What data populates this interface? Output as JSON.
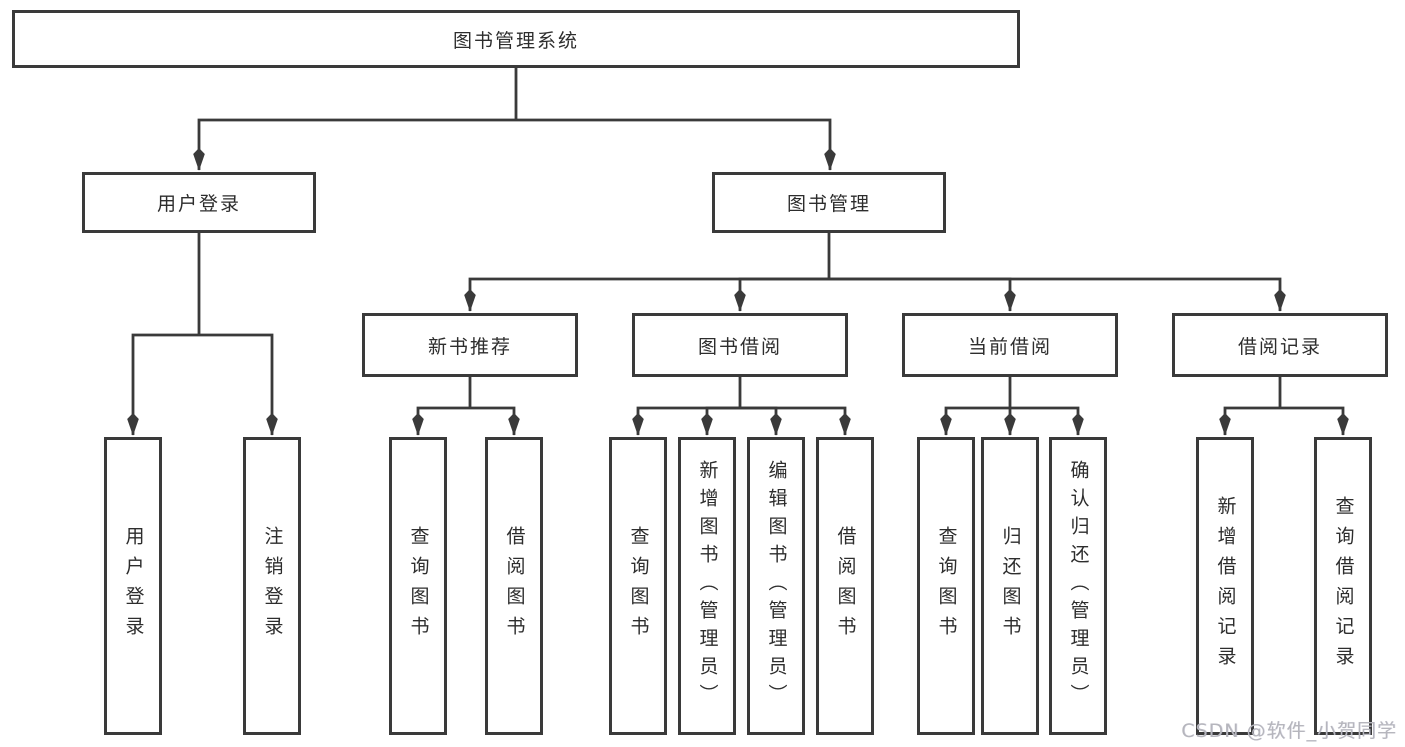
{
  "diagram": {
    "root": {
      "label": "图书管理系统"
    },
    "level2": [
      {
        "label": "用户登录"
      },
      {
        "label": "图书管理"
      }
    ],
    "modules": [
      {
        "label": "新书推荐"
      },
      {
        "label": "图书借阅"
      },
      {
        "label": "当前借阅"
      },
      {
        "label": "借阅记录"
      }
    ],
    "leaves": {
      "user_login": [
        "用户登录",
        "注销登录"
      ],
      "new_books": [
        "查询图书",
        "借阅图书"
      ],
      "book_borrow": [
        "查询图书",
        "新增图书（管理员）",
        "编辑图书（管理员）",
        "借阅图书"
      ],
      "current_borrow": [
        "查询图书",
        "归还图书",
        "确认归还（管理员）"
      ],
      "borrow_records": [
        "新增借阅记录",
        "查询借阅记录"
      ]
    },
    "colors": {
      "line": "#3a3a3a",
      "box_border": "#3a3a3a",
      "text": "#2d2d2d",
      "background": "#ffffff",
      "watermark": "#b6b6bd"
    },
    "watermark": "CSDN @软件_小贺同学"
  }
}
